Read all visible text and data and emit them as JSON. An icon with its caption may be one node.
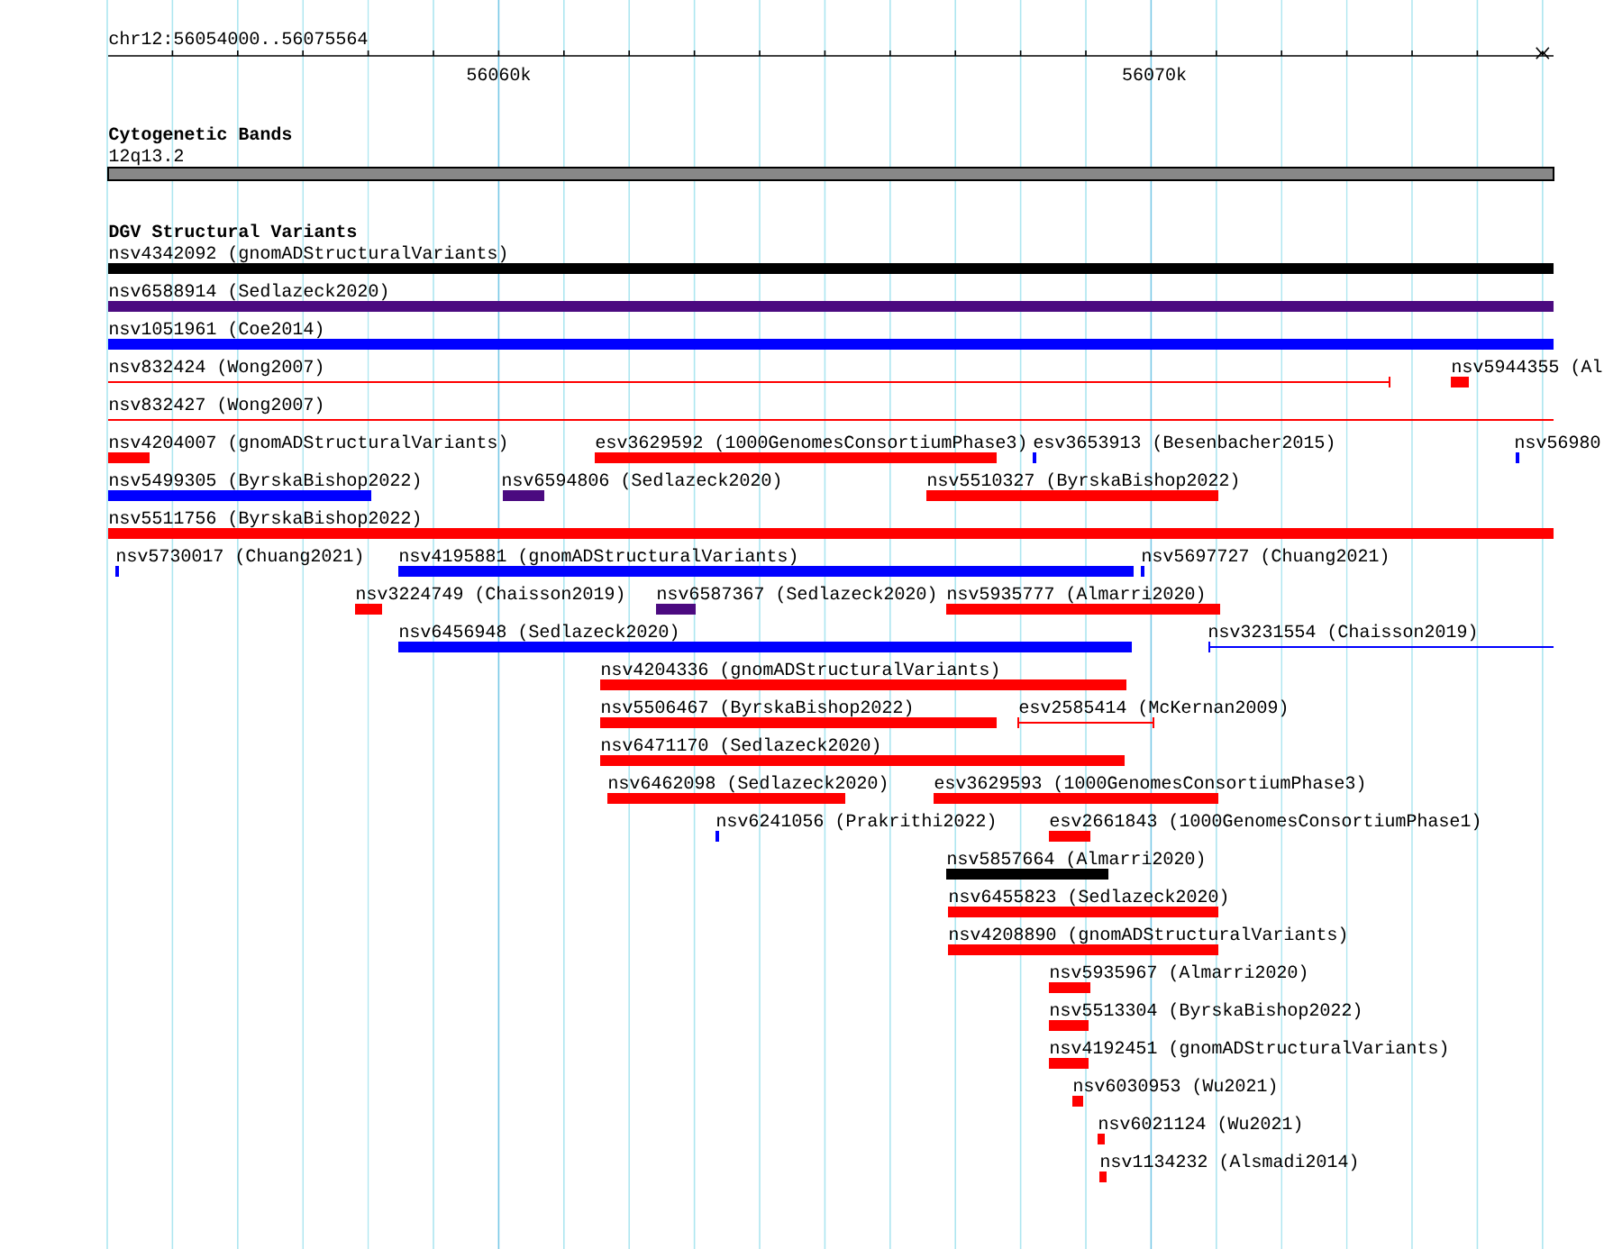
{
  "diagram": {
    "labels": [
      "chr12:56054000..56075564",
      "56060k",
      "56070k",
      "Cytogenetic Bands",
      "12q13.2",
      "DGV Structural Variants",
      "nsv4342092 (gnomADStructuralVariants)",
      "nsv6588914 (Sedlazeck2020)",
      "nsv1051961 (Coe2014)",
      "nsv832424 (Wong2007)",
      "nsv5944355 (Al",
      "nsv832427 (Wong2007)",
      "nsv4204007 (gnomADStructuralVariants)",
      "esv3629592 (1000GenomesConsortiumPhase3)",
      "esv3653913 (Besenbacher2015)",
      "nsv56980",
      "nsv5499305 (ByrskaBishop2022)",
      "nsv6594806 (Sedlazeck2020)",
      "nsv5510327 (ByrskaBishop2022)",
      "nsv5511756 (ByrskaBishop2022)",
      "nsv5730017 (Chuang2021)",
      "nsv4195881 (gnomADStructuralVariants)",
      "nsv5697727 (Chuang2021)",
      "nsv3224749 (Chaisson2019)",
      "nsv6587367 (Sedlazeck2020)",
      "nsv5935777 (Almarri2020)",
      "nsv6456948 (Sedlazeck2020)",
      "nsv3231554 (Chaisson2019)",
      "nsv4204336 (gnomADStructuralVariants)",
      "nsv5506467 (ByrskaBishop2022)",
      "esv2585414 (McKernan2009)",
      "nsv6471170 (Sedlazeck2020)",
      "nsv6462098 (Sedlazeck2020)",
      "esv3629593 (1000GenomesConsortiumPhase3)",
      "nsv6241056 (Prakrithi2022)",
      "esv2661843 (1000GenomesConsortiumPhase1)",
      "nsv5857664 (Almarri2020)",
      "nsv6455823 (Sedlazeck2020)",
      "nsv4208890 (gnomADStructuralVariants)",
      "nsv5935967 (Almarri2020)",
      "nsv5513304 (ByrskaBishop2022)",
      "nsv4192451 (gnomADStructuralVariants)",
      "nsv6030953 (Wu2021)",
      "nsv6021124 (Wu2021)",
      "nsv1134232 (Alsmadi2014)"
    ]
  }
}
